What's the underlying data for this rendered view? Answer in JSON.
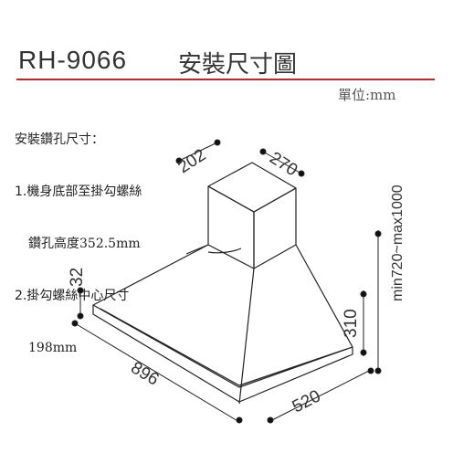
{
  "header": {
    "model": "RH-9066",
    "title": "安裝尺寸圖",
    "unit": "單位:mm"
  },
  "notes": {
    "heading": "安裝鑽孔尺寸：",
    "item1": "1.機身底部至掛勾螺絲",
    "item1b": "鑽孔高度352.5mm",
    "item2": "2.掛勾螺絲中心尺寸",
    "item2b": "198mm"
  },
  "dimensions": {
    "chimney_width": "202",
    "chimney_depth": "270",
    "chimney_height": "min720~max1000",
    "body_height": "310",
    "edge_height": "32",
    "hood_width": "896",
    "hood_depth": "520"
  },
  "colors": {
    "accent": "#c4252b"
  }
}
